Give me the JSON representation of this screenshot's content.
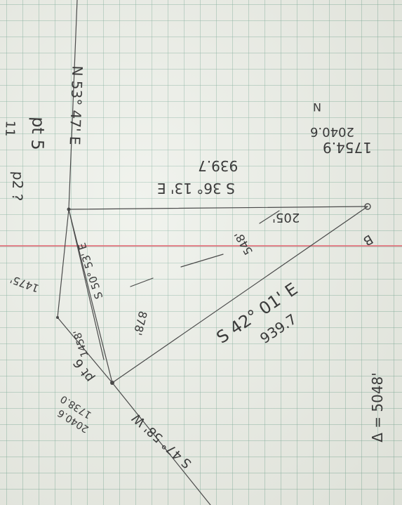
{
  "notes": {
    "top_bearing": "N 53° 47' E",
    "pt5": "pt 5",
    "pt5_sub": "p2 ?",
    "n_coord": "1754.9",
    "n_coord2": "2040.6",
    "n_label": "N",
    "s36_bearing": "S 36° 13' E",
    "s36_dist": "939.7",
    "v_205": "205'",
    "v_548": "548'",
    "s42_bearing": "S 42° 01' E",
    "s42_dist": "939.7",
    "v_878": "878'",
    "s50_bearing": "S 50° 53' E",
    "v_1475": "1475'",
    "v_1458": "1458'",
    "pt6": "pt 6",
    "pt6_coord": "1738.0",
    "pt6_coord2": "2040.6",
    "s47_bearing": "S 47° 58' W",
    "delta_label": "Δ = 5048'",
    "mark_11": "11",
    "corner_b": "B"
  },
  "colors": {
    "pencil": "#4a4a4a",
    "margin": "#e0707a"
  }
}
